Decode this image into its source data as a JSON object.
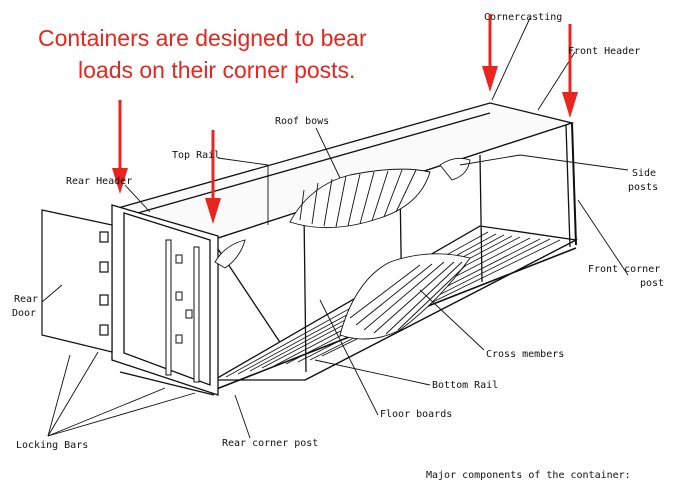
{
  "headline": {
    "line1": "Containers are designed to bear",
    "line2": "loads on their corner posts."
  },
  "labels": {
    "corner_casting": "Cornercasting",
    "front_header": "Front Header",
    "roof_bows": "Roof bows",
    "top_rail": "Top Rail",
    "rear_header": "Rear Header",
    "side_posts_1": "Side",
    "side_posts_2": "posts",
    "front_corner_post_1": "Front corner",
    "front_corner_post_2": "post",
    "rear_door_1": "Rear",
    "rear_door_2": "Door",
    "cross_members": "Cross members",
    "bottom_rail": "Bottom Rail",
    "floor_boards": "Floor boards",
    "rear_corner_post": "Rear corner post",
    "locking_bars": "Locking Bars",
    "caption": "Major components of the container:"
  },
  "colors": {
    "arrow": "#e8251f",
    "line": "#111111",
    "headline": "#e8251f"
  }
}
